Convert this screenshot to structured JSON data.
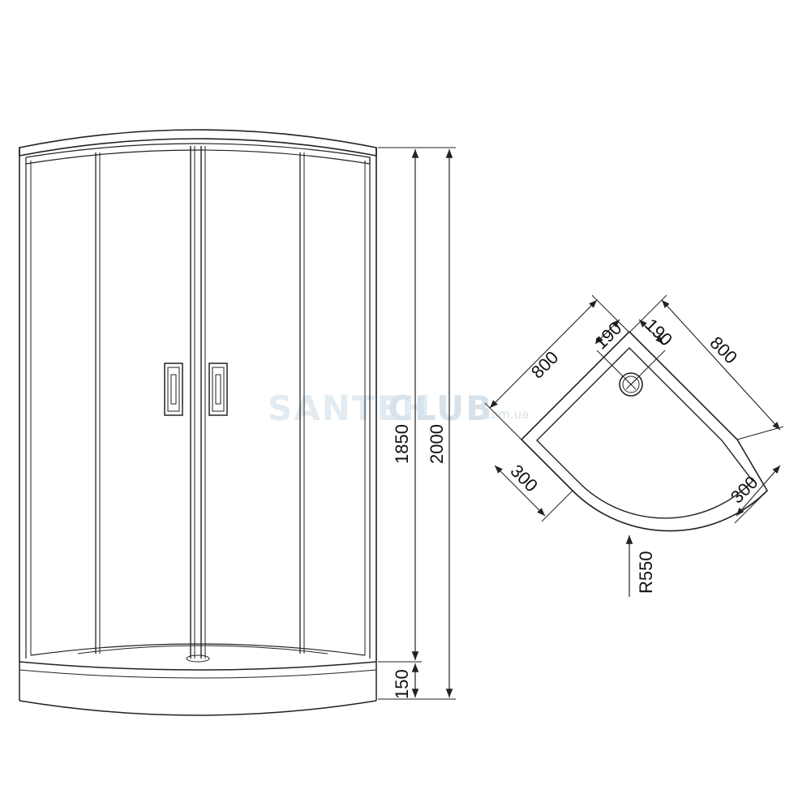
{
  "front_view": {
    "height_cabin": "1850",
    "height_total": "2000",
    "height_tray": "150"
  },
  "plan_view": {
    "side_left": "800",
    "side_right": "800",
    "offset_left": "190",
    "offset_right": "190",
    "straight_left": "300",
    "straight_right": "300",
    "radius": "R550"
  },
  "watermark": {
    "brand_a": "SANTEH",
    "brand_b": "CLUB",
    "domain": ".com.ua"
  },
  "colors": {
    "line": "#222222",
    "watermark": "#c9dbe6"
  }
}
